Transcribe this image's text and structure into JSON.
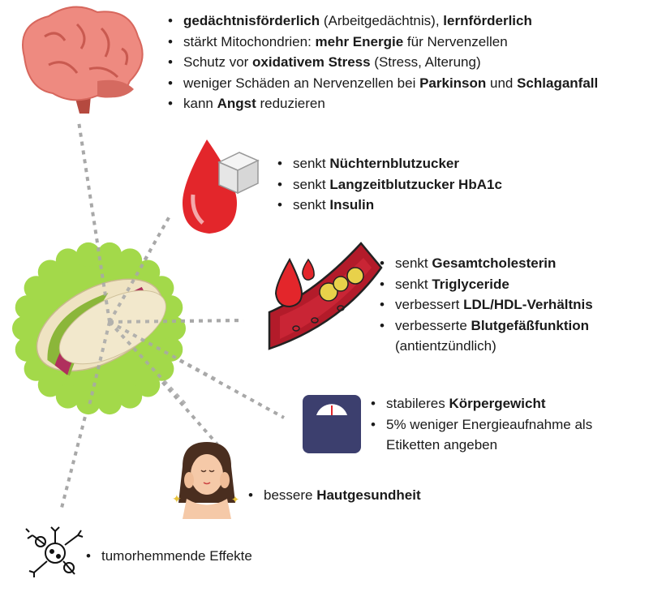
{
  "brain": {
    "items": [
      [
        {
          "t": "gedächtnisförderlich",
          "b": true
        },
        {
          "t": " (Arbeitgedächtnis), "
        },
        {
          "t": "lernförderlich",
          "b": true
        }
      ],
      [
        {
          "t": "stärkt Mitochondrien: "
        },
        {
          "t": "mehr Energie",
          "b": true
        },
        {
          "t": " für Nervenzellen"
        }
      ],
      [
        {
          "t": "Schutz vor "
        },
        {
          "t": "oxidativem Stress",
          "b": true
        },
        {
          "t": " (Stress, Alterung)"
        }
      ],
      [
        {
          "t": "weniger Schäden an Nervenzellen bei "
        },
        {
          "t": "Parkinson",
          "b": true
        },
        {
          "t": " und "
        },
        {
          "t": "Schlaganfall",
          "b": true
        }
      ],
      [
        {
          "t": "kann "
        },
        {
          "t": "Angst",
          "b": true
        },
        {
          "t": " reduzieren"
        }
      ]
    ]
  },
  "blood_sugar": {
    "items": [
      [
        {
          "t": "senkt "
        },
        {
          "t": "Nüchternblutzucker",
          "b": true
        }
      ],
      [
        {
          "t": "senkt "
        },
        {
          "t": "Langzeitblutzucker HbA1c",
          "b": true
        }
      ],
      [
        {
          "t": "senkt "
        },
        {
          "t": "Insulin",
          "b": true
        }
      ]
    ]
  },
  "vessel": {
    "items": [
      [
        {
          "t": "senkt "
        },
        {
          "t": "Gesamtcholesterin",
          "b": true
        }
      ],
      [
        {
          "t": "senkt "
        },
        {
          "t": "Triglyceride",
          "b": true
        }
      ],
      [
        {
          "t": "verbessert "
        },
        {
          "t": "LDL/HDL-Verhältnis",
          "b": true
        }
      ],
      [
        {
          "t": "verbesserte "
        },
        {
          "t": "Blutgefäßfunktion",
          "b": true
        }
      ]
    ],
    "continuation": "(antientzündlich)"
  },
  "weight": {
    "items": [
      [
        {
          "t": "stabileres "
        },
        {
          "t": "Körpergewicht",
          "b": true
        }
      ],
      [
        {
          "t": "5% weniger Energieaufnahme als"
        }
      ]
    ],
    "continuation": "Etiketten angeben"
  },
  "skin": {
    "items": [
      [
        {
          "t": "bessere "
        },
        {
          "t": "Hautgesundheit",
          "b": true
        }
      ]
    ]
  },
  "tumor": {
    "items": [
      [
        {
          "t": "tumorhemmende Effekte"
        }
      ]
    ]
  },
  "colors": {
    "green": "#a3d94a",
    "red": "#e3262b",
    "brain": "#ee8a80",
    "scale": "#3c3f6e",
    "dots": "#a8a8a8"
  }
}
